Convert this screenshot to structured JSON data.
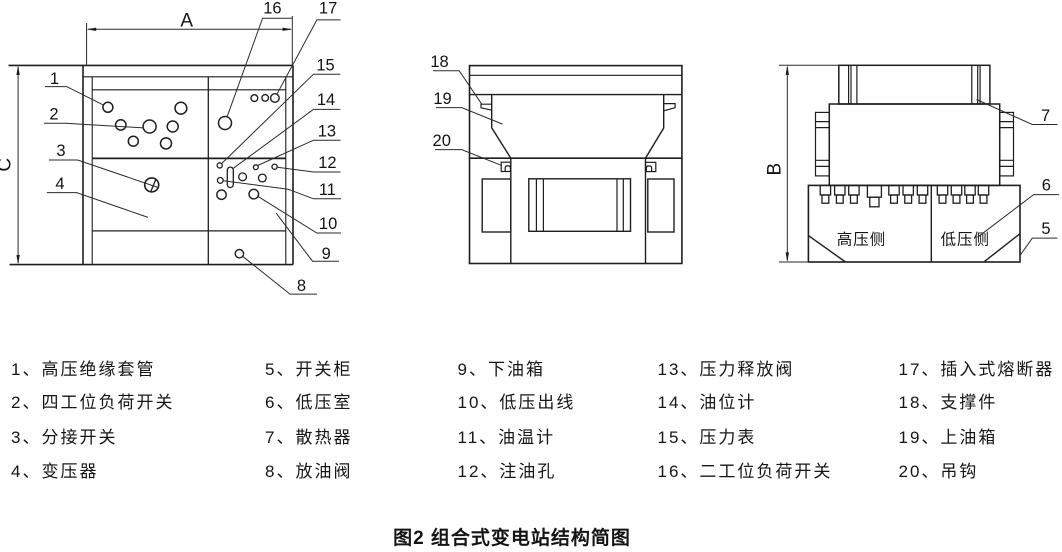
{
  "figure": {
    "caption": "图2 组合式变电站结构简图"
  },
  "callouts": {
    "n1": "1",
    "n2": "2",
    "n3": "3",
    "n4": "4",
    "n5": "5",
    "n6": "6",
    "n7": "7",
    "n8": "8",
    "n9": "9",
    "n10": "10",
    "n11": "11",
    "n12": "12",
    "n13": "13",
    "n14": "14",
    "n15": "15",
    "n16": "16",
    "n17": "17",
    "n18": "18",
    "n19": "19",
    "n20": "20",
    "dimA": "A",
    "dimB": "B",
    "dimC": "C"
  },
  "end_view": {
    "hv_side": "高压侧",
    "lv_side": "低压侧"
  },
  "legend": {
    "items": [
      {
        "label": "1、高压绝缘套管"
      },
      {
        "label": "2、四工位负荷开关"
      },
      {
        "label": "3、分接开关"
      },
      {
        "label": "4、变压器"
      },
      {
        "label": "5、开关柜"
      },
      {
        "label": "6、低压室"
      },
      {
        "label": "7、散热器"
      },
      {
        "label": "8、放油阀"
      },
      {
        "label": "9、下油箱"
      },
      {
        "label": "10、低压出线"
      },
      {
        "label": "11、油温计"
      },
      {
        "label": "12、注油孔"
      },
      {
        "label": "13、压力释放阀"
      },
      {
        "label": "14、油位计"
      },
      {
        "label": "15、压力表"
      },
      {
        "label": "16、二工位负荷开关"
      },
      {
        "label": "17、插入式熔断器"
      },
      {
        "label": "18、支撑件"
      },
      {
        "label": "19、上油箱"
      },
      {
        "label": "20、吊钩"
      }
    ]
  }
}
